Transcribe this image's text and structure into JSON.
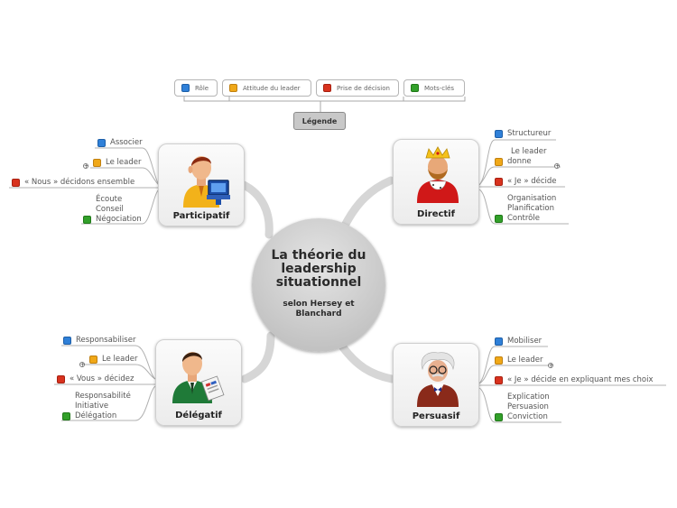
{
  "colors": {
    "blue": "#2f80d8",
    "orange": "#f0a818",
    "red": "#d8321e",
    "green": "#32a02a",
    "branch": "#d6d6d6",
    "underline": "#b0b0b0"
  },
  "legend": {
    "title": "Légende",
    "items": [
      {
        "label": "Rôle",
        "color": "blue"
      },
      {
        "label": "Attitude du leader",
        "color": "orange"
      },
      {
        "label": "Prise de décision",
        "color": "red"
      },
      {
        "label": "Mots-clés",
        "color": "green"
      }
    ]
  },
  "center": {
    "title_lines": [
      "La théorie du",
      "leadership",
      "situationnel"
    ],
    "subtitle_lines": [
      "selon Hersey et",
      "Blanchard"
    ]
  },
  "quadrants": {
    "participatif": {
      "label": "Participatif",
      "icon": "businessman-computer-icon",
      "role": "Associer",
      "attitude": "Le leader",
      "decision": "« Nous » décidons ensemble",
      "keywords": [
        "Écoute",
        "Conseil",
        "Négociation"
      ]
    },
    "directif": {
      "label": "Directif",
      "icon": "king-crown-icon",
      "role": "Structureur",
      "attitude_lines": [
        "Le leader",
        "donne"
      ],
      "decision": "« Je » décide",
      "keywords": [
        "Organisation",
        "Planification",
        "Contrôle"
      ]
    },
    "delegatif": {
      "label": "Délégatif",
      "icon": "businessman-document-icon",
      "role": "Responsabiliser",
      "attitude": "Le leader",
      "decision": "« Vous » décidez",
      "keywords": [
        "Responsabilité",
        "Initiative",
        "Délégation"
      ]
    },
    "persuasif": {
      "label": "Persuasif",
      "icon": "professor-glasses-icon",
      "role": "Mobiliser",
      "attitude": "Le leader",
      "decision": "« Je » décide en expliquant mes choix",
      "keywords": [
        "Explication",
        "Persuasion",
        "Conviction"
      ]
    }
  }
}
